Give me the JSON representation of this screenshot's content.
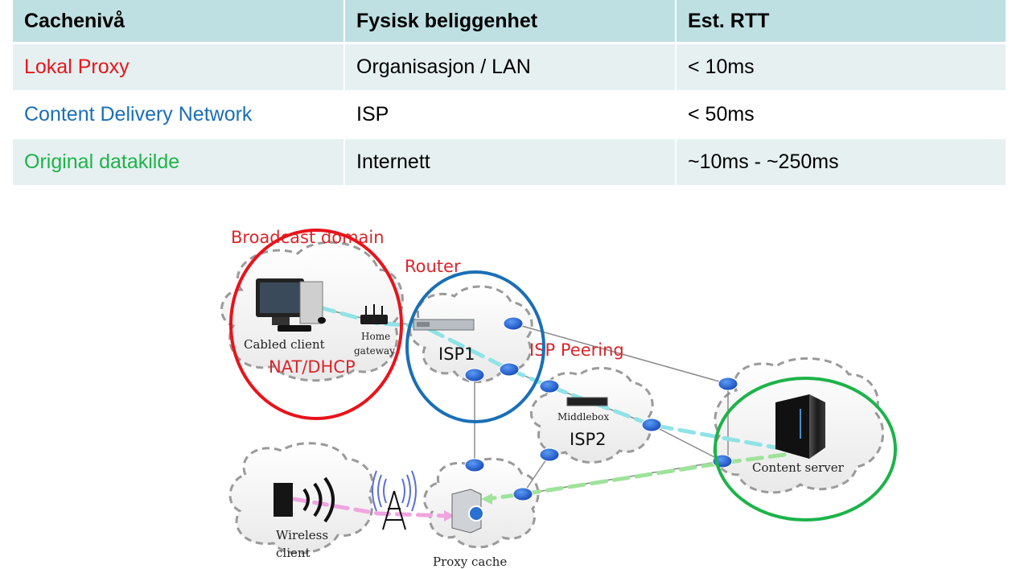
{
  "table": {
    "headers": [
      "Cachenivå",
      "Fysisk beliggenhet",
      "Est. RTT"
    ],
    "rows": [
      {
        "level": "Lokal Proxy",
        "location": "Organisasjon / LAN",
        "rtt": "< 10ms",
        "color": "#e8141b"
      },
      {
        "level": "Content Delivery Network",
        "location": "ISP",
        "rtt": "< 50ms",
        "color": "#1a6fb6"
      },
      {
        "level": "Original datakilde",
        "location": "Internett",
        "rtt": "~10ms - ~250ms",
        "color": "#1db34a"
      }
    ]
  },
  "diagram": {
    "annotations": {
      "broadcast_domain": "Broadcast domain",
      "router": "Router",
      "isp_peering": "ISP Peering",
      "nat_dhcp": "NAT/DHCP"
    },
    "nodes": {
      "cabled_client": "Cabled client",
      "home_gateway_line1": "Home",
      "home_gateway_line2": "gateway",
      "isp1": "ISP1",
      "isp2": "ISP2",
      "middlebox": "Middlebox",
      "content_server": "Content server",
      "wireless_client_line1": "Wireless",
      "wireless_client_line2": "client",
      "proxy_cache": "Proxy cache"
    },
    "colors": {
      "annotation_red": "#d9262b",
      "highlight_red": "#e8141b",
      "highlight_blue": "#1a6fb6",
      "highlight_green": "#1db34a",
      "path_cyan": "#8fe3e6",
      "path_green": "#9ee39a",
      "path_pink": "#f0a4e0",
      "router_blue": "#1d5fd1"
    }
  }
}
